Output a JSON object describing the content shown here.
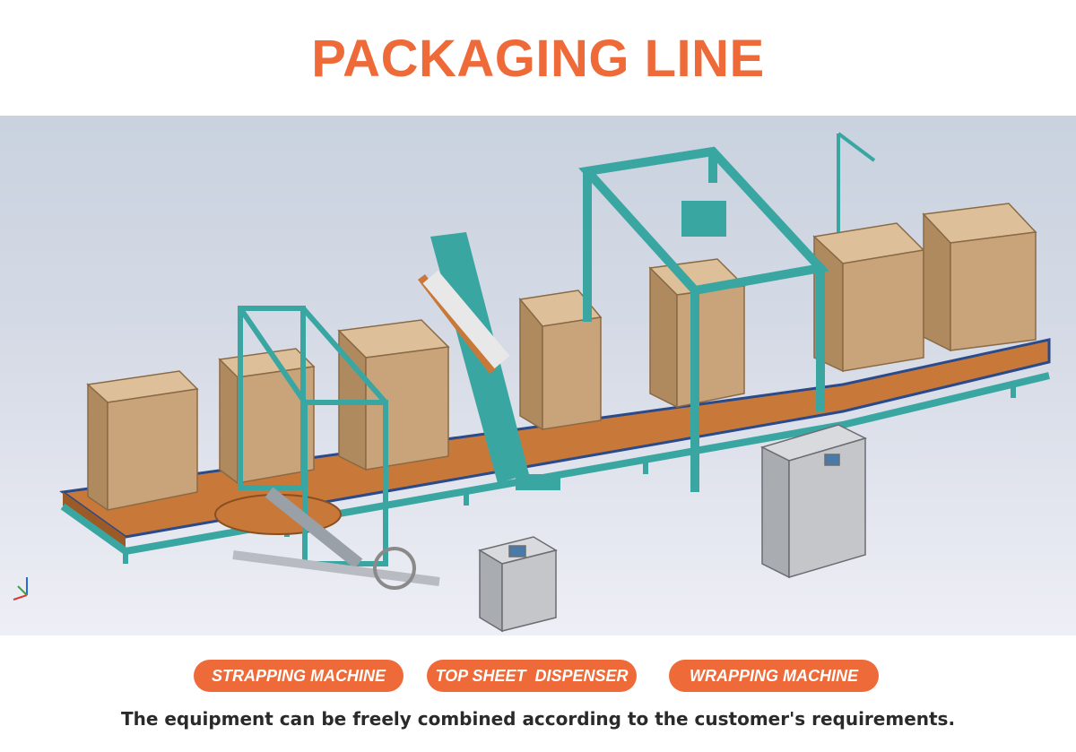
{
  "header": {
    "title": "PACKAGING LINE"
  },
  "labels": [
    {
      "text": "STRAPPING MACHINE"
    },
    {
      "text": "TOP SHEET  DISPENSER"
    },
    {
      "text": "WRAPPING MACHINE"
    }
  ],
  "caption": "The equipment can be freely combined according to the customer's requirements.",
  "colors": {
    "accent": "#ee6a38",
    "frame": "#3aa6a2",
    "conveyor": "#c8793a",
    "carton": "#c9a47a"
  }
}
